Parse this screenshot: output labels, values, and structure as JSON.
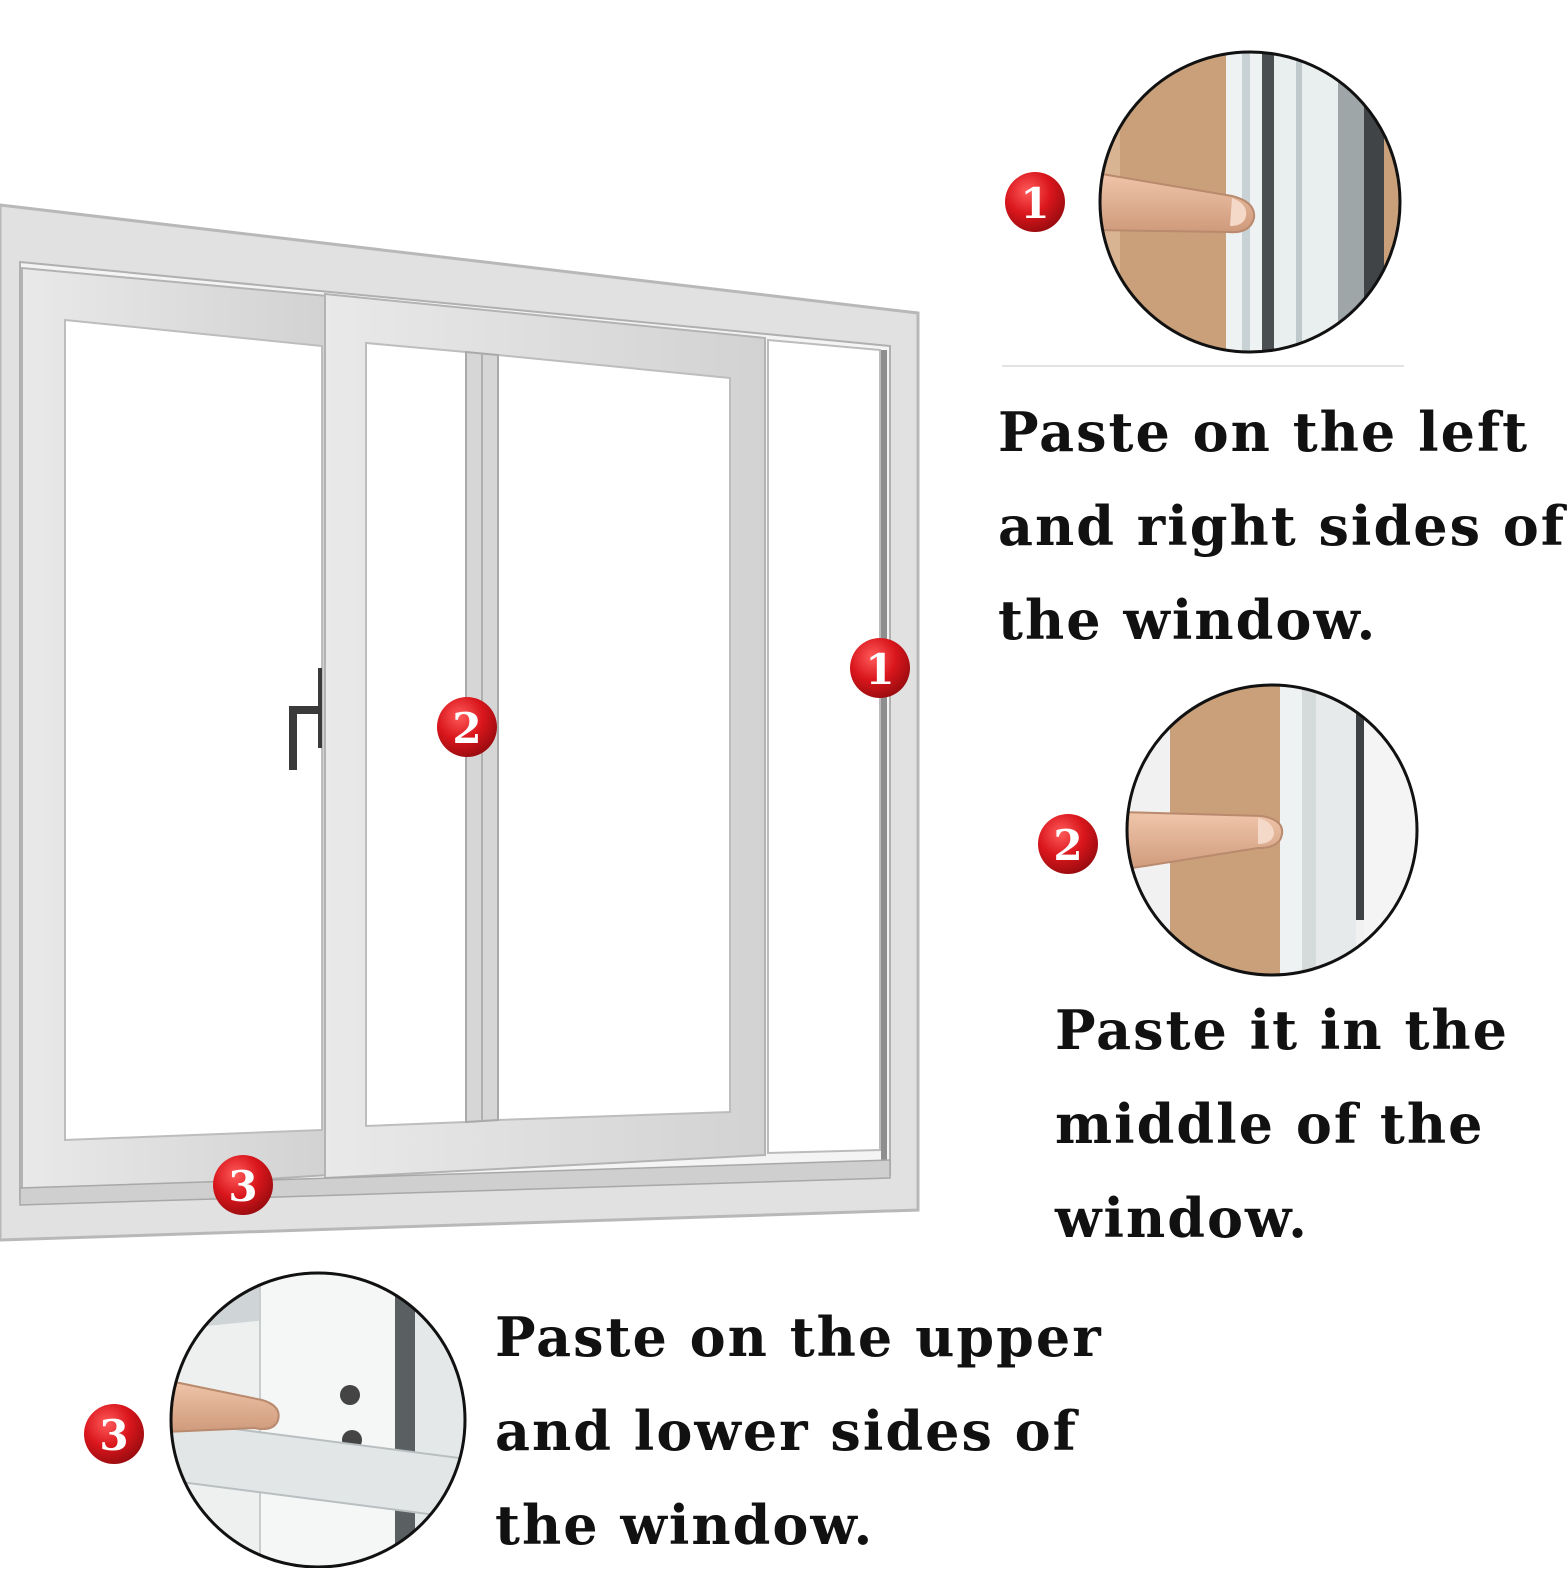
{
  "badges": {
    "one": "1",
    "two": "2",
    "three": "3"
  },
  "captions": {
    "left_right": [
      "Paste on the left",
      "and right sides of",
      "the window."
    ],
    "middle": [
      "Paste it in the",
      "middle of the",
      "window."
    ],
    "upper_lower": [
      "Paste on the upper",
      "and lower sides of",
      "the window."
    ]
  },
  "colors": {
    "badge": "#d9161c",
    "frame": "#dedede",
    "frame_edge": "#b5b5b5",
    "seal_tape": "#c9a07a",
    "skin": "#e8b89a",
    "text": "#111111"
  },
  "icons": {
    "badge": "numbered-red-circle-badge",
    "detail": "finger-pressing-seal-strip-photo"
  }
}
